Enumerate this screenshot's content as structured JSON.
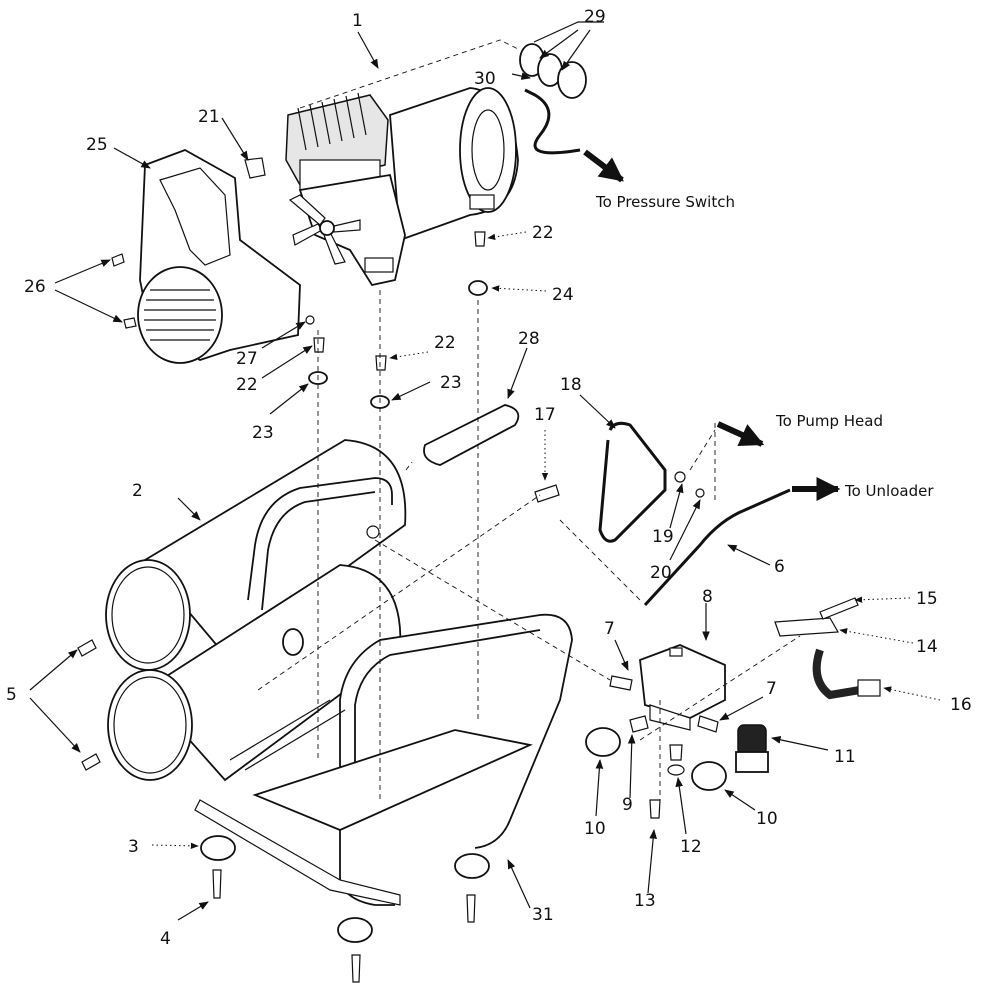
{
  "callouts": {
    "c1": "1",
    "c2": "2",
    "c3": "3",
    "c4": "4",
    "c5": "5",
    "c6": "6",
    "c7a": "7",
    "c7b": "7",
    "c8": "8",
    "c9": "9",
    "c10a": "10",
    "c10b": "10",
    "c11": "11",
    "c12": "12",
    "c13": "13",
    "c14": "14",
    "c15": "15",
    "c16": "16",
    "c17": "17",
    "c18": "18",
    "c19": "19",
    "c20": "20",
    "c21": "21",
    "c22a": "22",
    "c22b": "22",
    "c22c": "22",
    "c23a": "23",
    "c23b": "23",
    "c24": "24",
    "c25": "25",
    "c26": "26",
    "c27": "27",
    "c28": "28",
    "c29": "29",
    "c30": "30",
    "c31": "31"
  },
  "notes": {
    "pressure_switch": "To Pressure Switch",
    "pump_head": "To Pump Head",
    "unloader": "To Unloader"
  }
}
